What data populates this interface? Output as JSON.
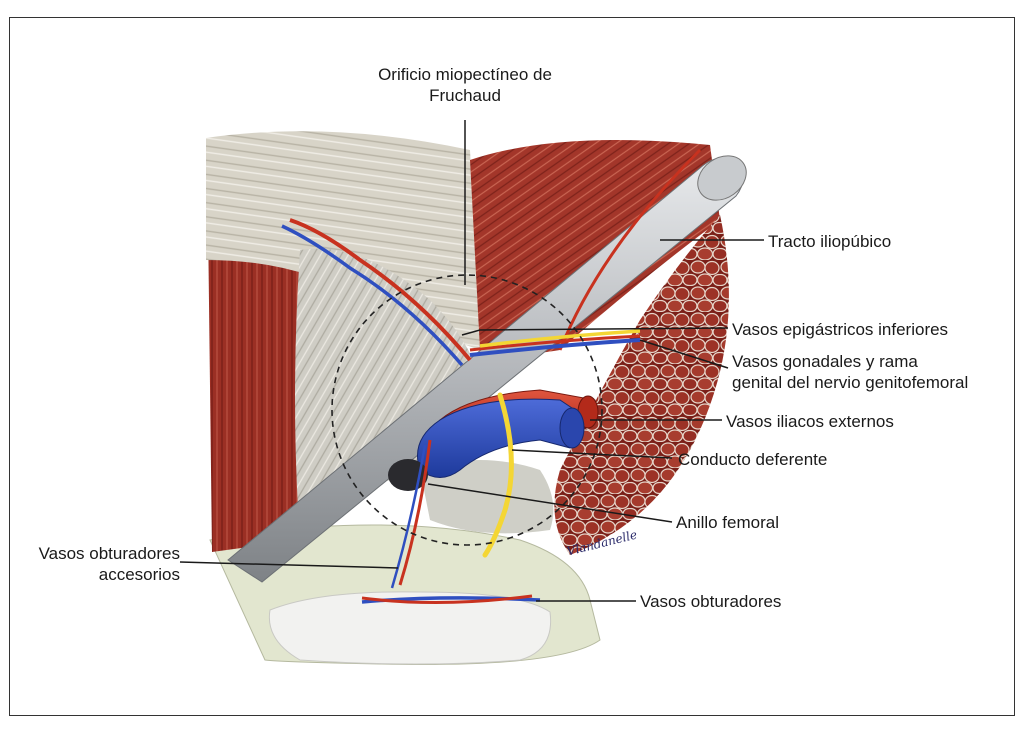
{
  "labels": {
    "orificio_line1": "Orificio miopectíneo de",
    "orificio_line2": "Fruchaud",
    "tracto": "Tracto iliopúbico",
    "epigastricos": "Vasos epigástricos inferiores",
    "gonadales_line1": "Vasos gonadales y rama",
    "gonadales_line2": "genital del nervio genitofemoral",
    "iliacos": "Vasos iliacos externos",
    "deferente": "Conducto deferente",
    "anillo": "Anillo femoral",
    "obt_acc_line1": "Vasos obturadores",
    "obt_acc_line2": "accesorios",
    "obturadores": "Vasos obturadores"
  },
  "signature": "Vlandanelle",
  "colors": {
    "muscle": "#9b2f24",
    "muscle_light": "#b8473a",
    "fascia": "#d9d6cc",
    "bone": "#e2e6d2",
    "ligament": "#b9bcc0",
    "artery": "#c8321f",
    "vein": "#2f4fc0",
    "nerve": "#f4d634",
    "femoral_ring": "#2a2a2e",
    "text": "#1a1a1a"
  }
}
